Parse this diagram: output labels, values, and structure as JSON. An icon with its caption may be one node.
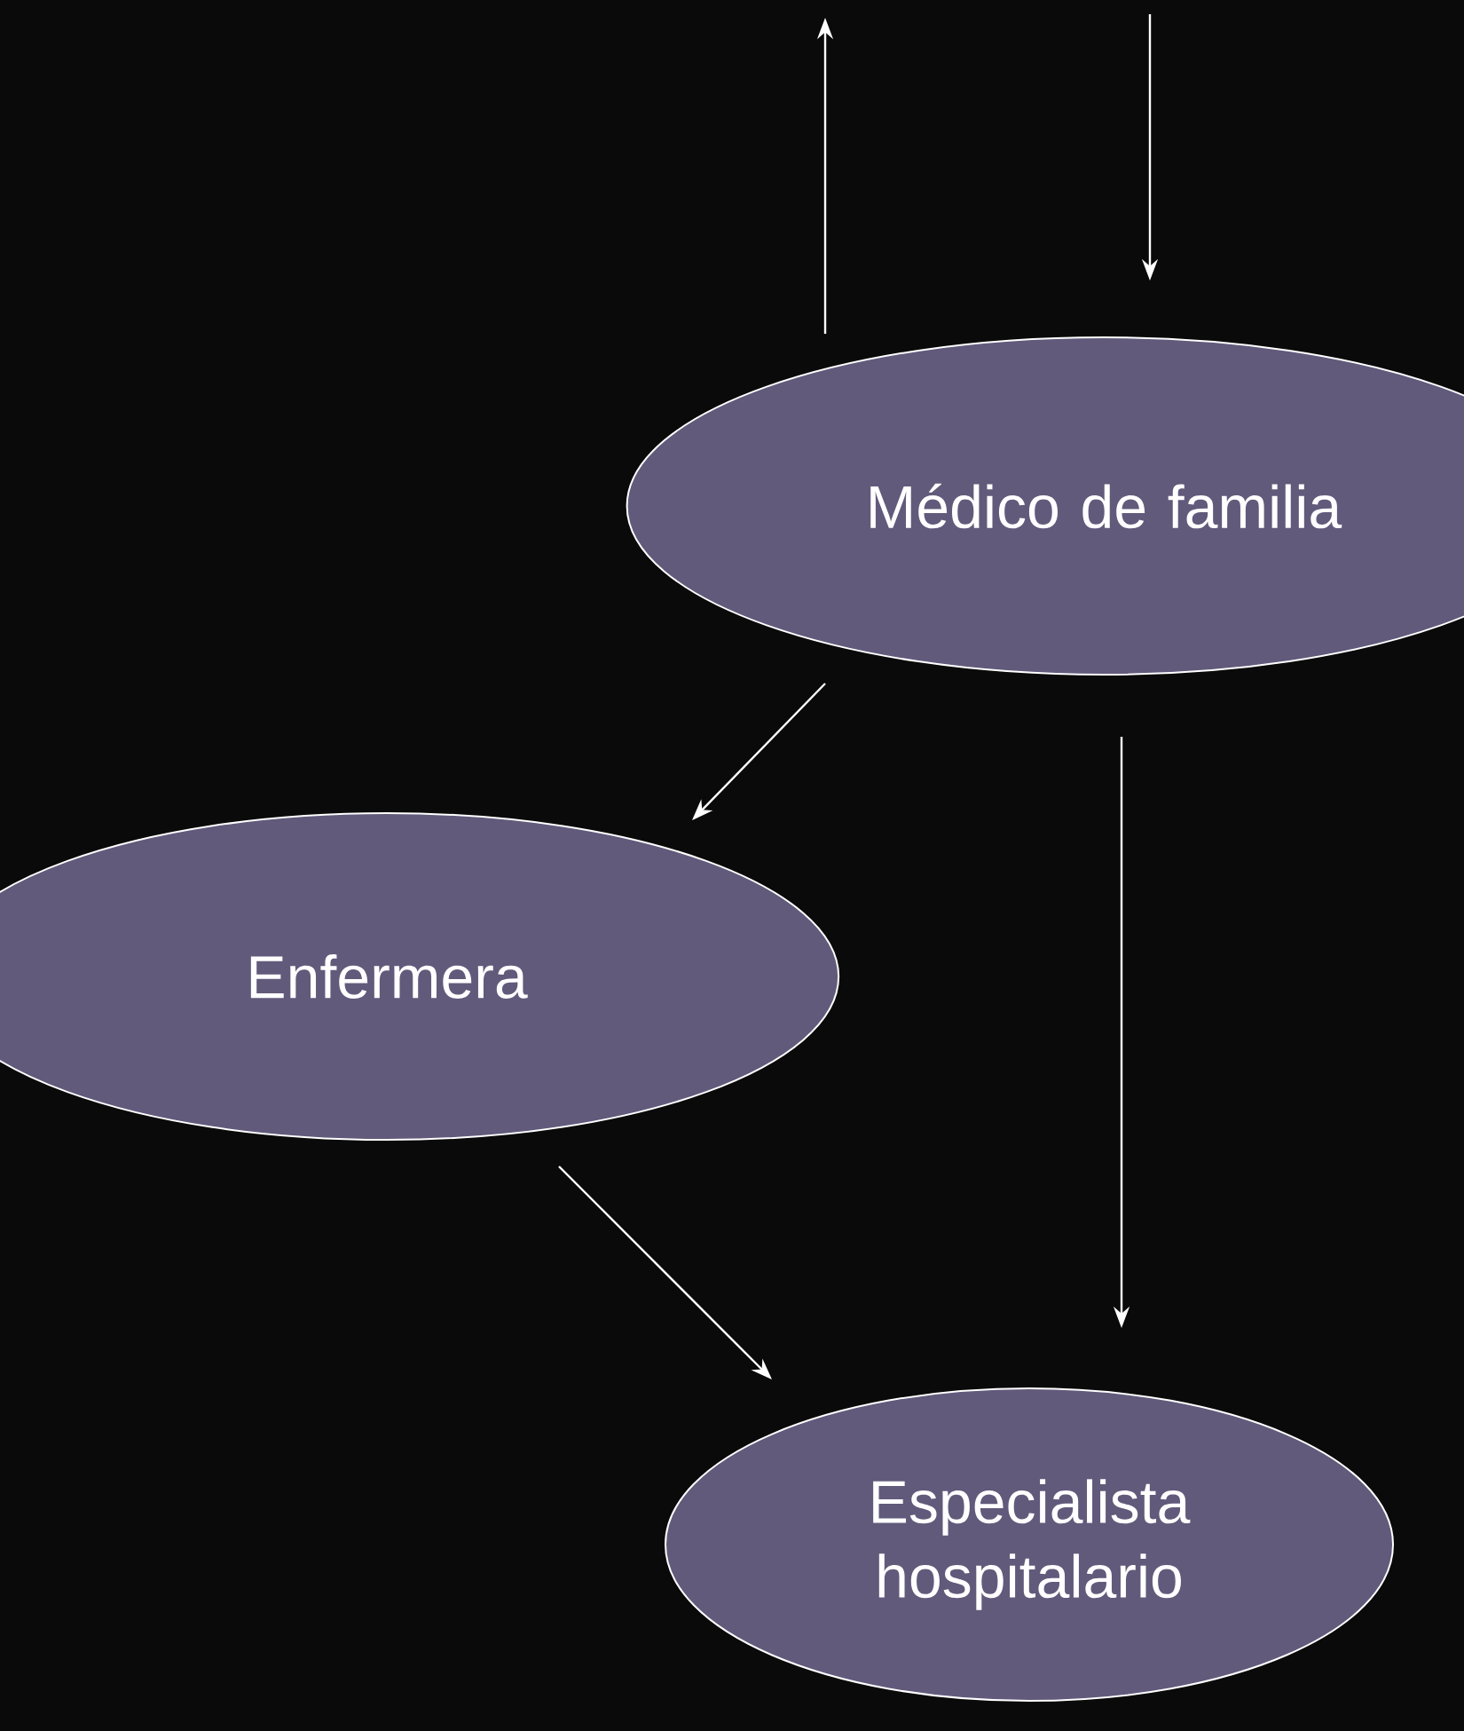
{
  "diagram": {
    "nodes": [
      {
        "text": [
          "Médico de familia"
        ]
      },
      {
        "text": [
          "Enfermera"
        ]
      },
      {
        "text": [
          "Especialista hospitalario"
        ]
      }
    ],
    "edges": [
      {
        "from": 0,
        "to": null,
        "arrow": "to"
      },
      {
        "from": null,
        "to": 0,
        "arrow": "to"
      },
      {
        "from": 0,
        "to": 1,
        "arrow": "to"
      },
      {
        "from": 1,
        "to": 2,
        "arrow": "to"
      },
      {
        "from": 0,
        "to": 2,
        "arrow": "to"
      }
    ]
  }
}
